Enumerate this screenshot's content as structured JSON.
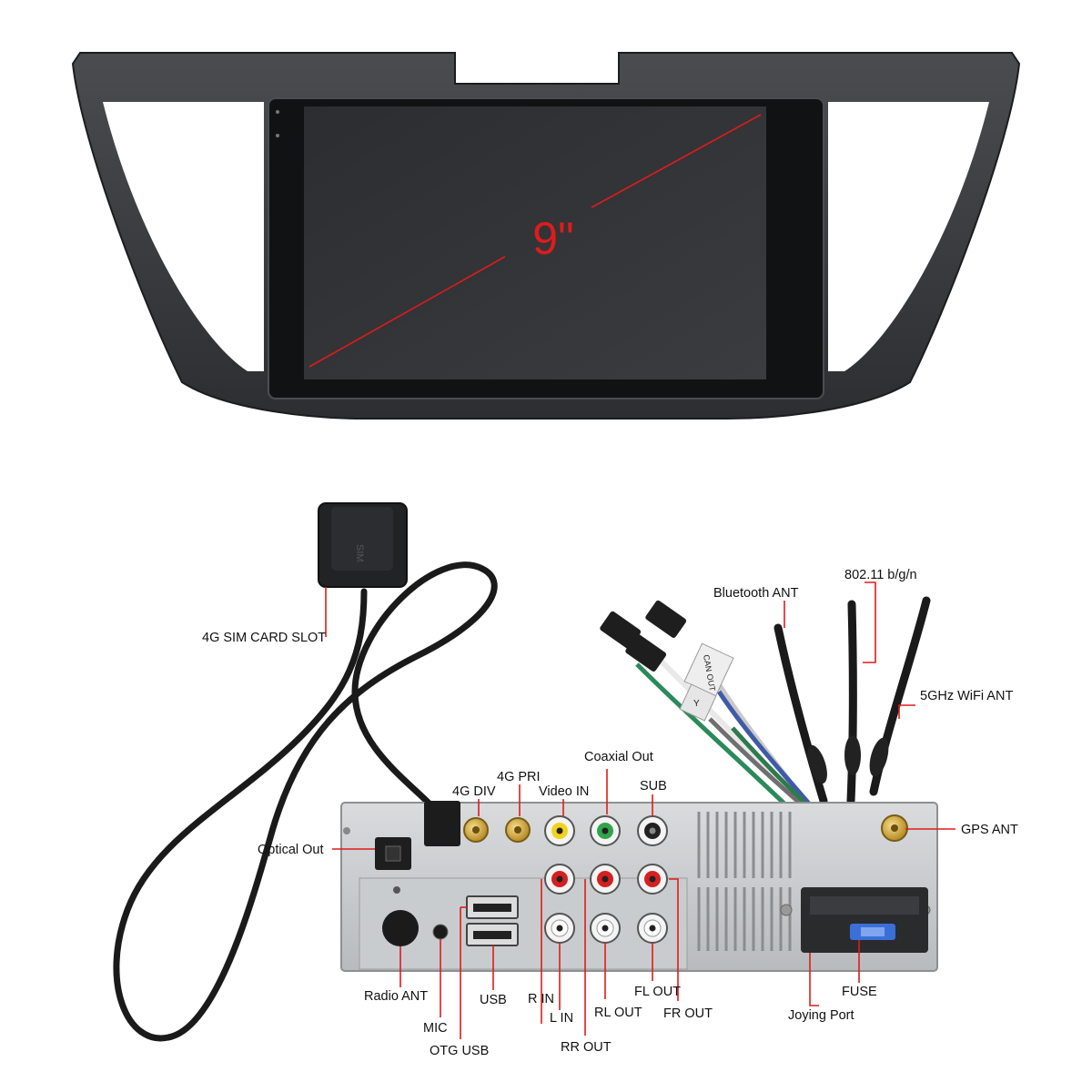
{
  "screen": {
    "size_label": "9\"",
    "accent_color": "#e01b1b"
  },
  "sim_module": {
    "module_text": "SIM",
    "label": "4G SIM CARD SLOT"
  },
  "harness": {
    "can_label": "CAN OUT",
    "y_label": "Y"
  },
  "callouts": {
    "bluetooth_ant": "Bluetooth ANT",
    "wifi_802": "802.11 b/g/n",
    "wifi_5ghz": "5GHz WiFi ANT",
    "gps_ant": "GPS ANT",
    "coaxial_out": "Coaxial Out",
    "four_g_pri": "4G PRI",
    "four_g_div": "4G DIV",
    "video_in": "Video IN",
    "sub": "SUB",
    "optical_out": "Optical Out",
    "radio_ant": "Radio ANT",
    "mic": "MIC",
    "otg_usb": "OTG USB",
    "usb": "USB",
    "r_in": "R IN",
    "l_in": "L IN",
    "rr_out": "RR OUT",
    "rl_out": "RL OUT",
    "fl_out": "FL OUT",
    "fr_out": "FR OUT",
    "joying_port": "Joying Port",
    "fuse": "FUSE"
  }
}
